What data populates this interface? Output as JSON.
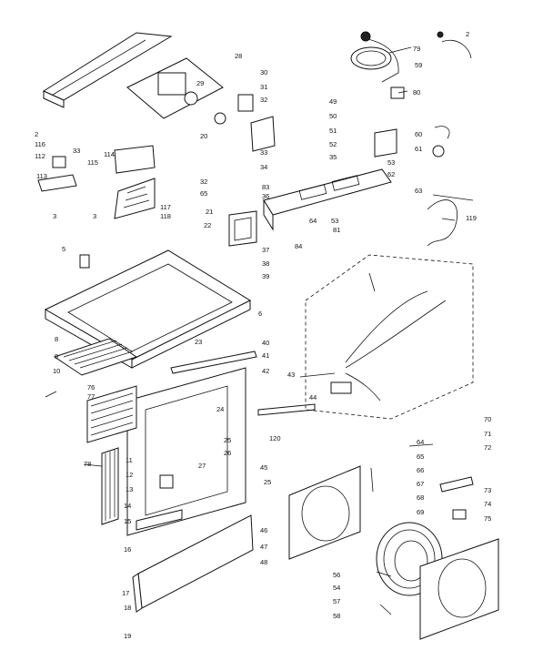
{
  "part_labels": [
    "2",
    "116",
    "112",
    "33",
    "113",
    "114",
    "115",
    "117",
    "118",
    "28",
    "29",
    "30",
    "31",
    "32",
    "20",
    "33",
    "34",
    "49",
    "50",
    "51",
    "52",
    "35",
    "79",
    "80",
    "60",
    "61",
    "53",
    "62",
    "63",
    "32",
    "65",
    "36",
    "83",
    "21",
    "22",
    "37",
    "64",
    "53",
    "84",
    "81",
    "119",
    "3",
    "3",
    "5",
    "38",
    "39",
    "6",
    "23",
    "40",
    "41",
    "8",
    "9",
    "10",
    "76",
    "77",
    "42",
    "43",
    "44",
    "24",
    "25",
    "26",
    "120",
    "11",
    "12",
    "13",
    "27",
    "78",
    "14",
    "15",
    "16",
    "17",
    "18",
    "19",
    "45",
    "46",
    "47",
    "48",
    "25",
    "70",
    "71",
    "72",
    "64",
    "65",
    "66",
    "67",
    "68",
    "69",
    "73",
    "74",
    "75",
    "56",
    "54",
    "57",
    "58",
    "2",
    "59"
  ]
}
